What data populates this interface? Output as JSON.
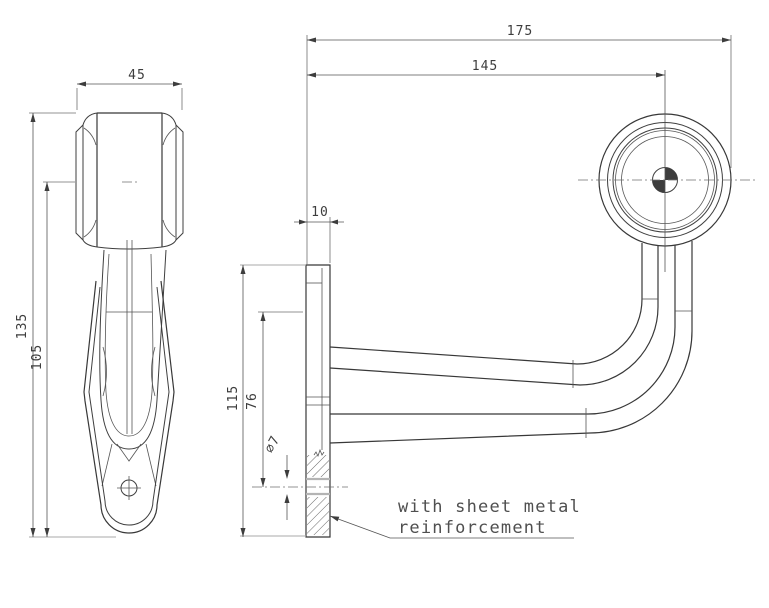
{
  "drawing": {
    "type": "technical-drawing",
    "subject": "end-outline marker lamp with mounting flange, two orthographic views"
  },
  "dimensions": {
    "overall_length": "175",
    "center_length": "145",
    "head_width": "45",
    "overall_height": "135",
    "center_height": "105",
    "flange_thickness": "10",
    "flange_height": "115",
    "hole_offset": "76",
    "hole_diameter": "⌀7"
  },
  "note": {
    "line1": "with sheet metal",
    "line2": "reinforcement"
  },
  "colors": {
    "background": "#ffffff",
    "line": "#3f3f3f",
    "gray_line": "#a8a8a8",
    "text": "#3d3d3d"
  }
}
